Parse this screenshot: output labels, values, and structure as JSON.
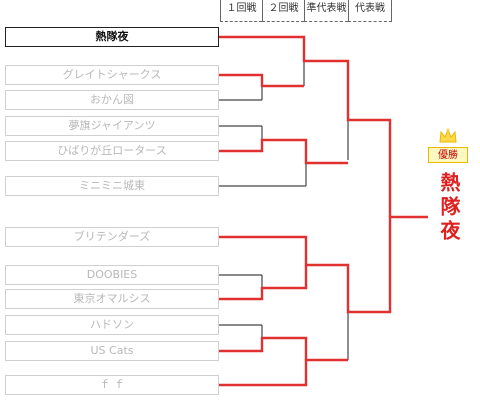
{
  "rounds": [
    "１回戦",
    "２回戦",
    "準代表戦",
    "代表戦"
  ],
  "teams": [
    {
      "name": "熱隊夜",
      "winner": true
    },
    {
      "name": "グレイトシャークス",
      "winner": false
    },
    {
      "name": "おかん図",
      "winner": false
    },
    {
      "name": "夢旗ジャイアンツ",
      "winner": false
    },
    {
      "name": "ひばりが丘ロータース",
      "winner": false
    },
    {
      "name": "ミニミニ城東",
      "winner": false
    },
    {
      "name": "ブリテンダーズ",
      "winner": false
    },
    {
      "name": "DOOBIES",
      "winner": false
    },
    {
      "name": "東京オマルシス",
      "winner": false
    },
    {
      "name": "ハドソン",
      "winner": false
    },
    {
      "name": "US Cats",
      "winner": false
    },
    {
      "name": "ｆ ｆ",
      "winner": false
    }
  ],
  "champion": {
    "badge": "優勝",
    "name": "熱隊夜"
  },
  "colors": {
    "win_line": "#e03030",
    "lose_line": "#444444",
    "accent": "#e8b800"
  }
}
